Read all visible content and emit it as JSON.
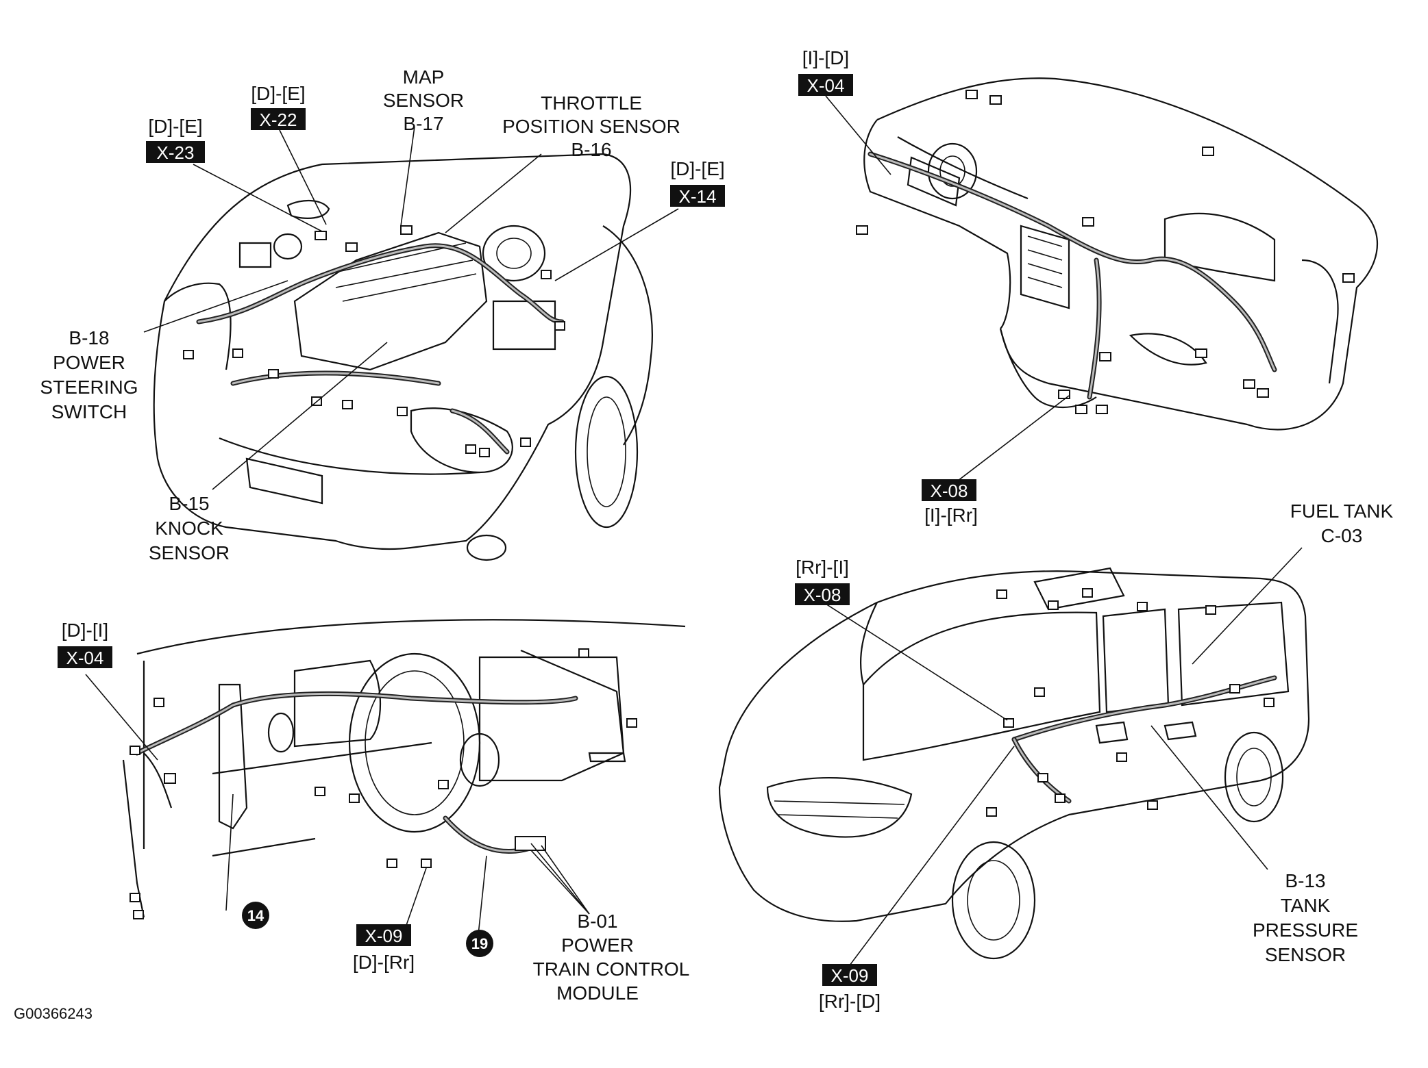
{
  "figure_id": "G00366243",
  "engine_bay": {
    "labels": {
      "x23_loc": "[D]-[E]",
      "x23": "X-23",
      "x22_loc": "[D]-[E]",
      "x22": "X-22",
      "map_1": "MAP",
      "map_2": "SENSOR",
      "map_3": "B-17",
      "tps_1": "THROTTLE",
      "tps_2": "POSITION SENSOR",
      "tps_3": "B-16",
      "x14_loc": "[D]-[E]",
      "x14": "X-14",
      "ps_1": "B-18",
      "ps_2": "POWER",
      "ps_3": "STEERING",
      "ps_4": "SWITCH",
      "ks_1": "B-15",
      "ks_2": "KNOCK",
      "ks_3": "SENSOR"
    }
  },
  "dashboard": {
    "labels": {
      "x04_loc": "[I]-[D]",
      "x04": "X-04",
      "x08": "X-08",
      "x08_loc": "[I]-[Rr]"
    }
  },
  "instrument_panel": {
    "labels": {
      "x04_loc": "[D]-[I]",
      "x04": "X-04",
      "x09": "X-09",
      "x09_loc": "[D]-[Rr]",
      "n14": "14",
      "n19": "19",
      "pcm_1": "B-01",
      "pcm_2": "POWER",
      "pcm_3": "TRAIN CONTROL",
      "pcm_4": "MODULE"
    }
  },
  "vehicle": {
    "labels": {
      "x08_loc": "[Rr]-[I]",
      "x08": "X-08",
      "fuel_1": "FUEL TANK",
      "fuel_2": "C-03",
      "tps_1": "B-13",
      "tps_2": "TANK",
      "tps_3": "PRESSURE",
      "tps_4": "SENSOR",
      "x09": "X-09",
      "x09_loc": "[Rr]-[D]"
    }
  }
}
